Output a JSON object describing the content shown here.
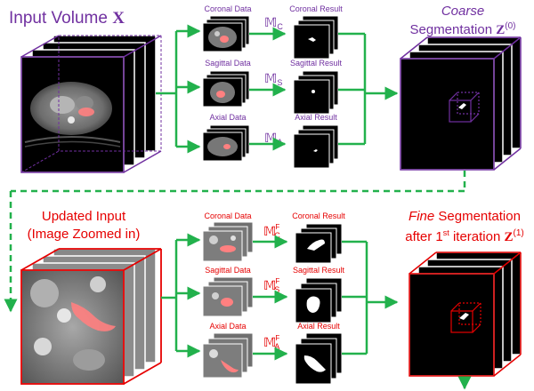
{
  "colors": {
    "purple": "#7030a0",
    "red": "#e60000",
    "green": "#22b14c",
    "black": "#000000",
    "mask": "#ff8080"
  },
  "stage1": {
    "input_title": "Input Volume ",
    "input_symbol": "X",
    "output_title_line1": "Coarse",
    "output_title_line2": "Segmentation ",
    "output_symbol": "Z",
    "output_superscript": "(0)",
    "model_symbol": "𝕄",
    "branches": [
      {
        "data_label": "Coronal Data",
        "model_sub": "C",
        "result_label": "Coronal Result"
      },
      {
        "data_label": "Sagittal Data",
        "model_sub": "S",
        "result_label": "Sagittal Result"
      },
      {
        "data_label": "Axial Data",
        "model_sub": "A",
        "result_label": "Axial Result"
      }
    ]
  },
  "stage2": {
    "input_title_line1": "Updated Input",
    "input_title_line2": "(Image Zoomed in)",
    "output_title_line1_italic": "Fine",
    "output_title_line1_rest": " Segmentation",
    "output_title_line2_prefix": "after 1",
    "output_title_line2_sup": "st",
    "output_title_line2_suffix": " iteration ",
    "output_symbol": "Z",
    "output_superscript": "(1)",
    "model_symbol": "𝕄",
    "model_superscript": "F",
    "branches": [
      {
        "data_label": "Coronal Data",
        "model_sub": "C",
        "result_label": "Coronal Result"
      },
      {
        "data_label": "Sagittal Data",
        "model_sub": "S",
        "result_label": "Sagittal Result"
      },
      {
        "data_label": "Axial Data",
        "model_sub": "A",
        "result_label": "Axial Result"
      }
    ]
  }
}
